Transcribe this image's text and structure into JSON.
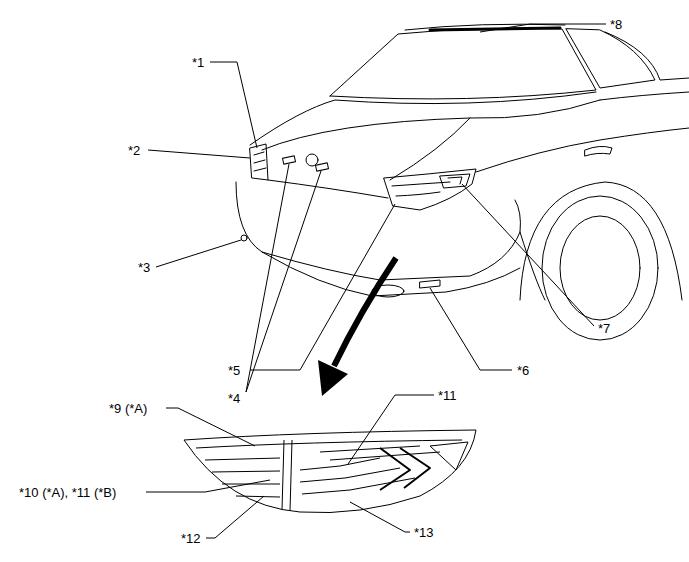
{
  "diagram": {
    "labels": [
      "*1",
      "*8",
      "*2",
      "*3",
      "*4",
      "*5",
      "*6",
      "*7",
      "*9 (*A)",
      "*11",
      "*10 (*A), *11 (*B)",
      "*12",
      "*13"
    ]
  }
}
